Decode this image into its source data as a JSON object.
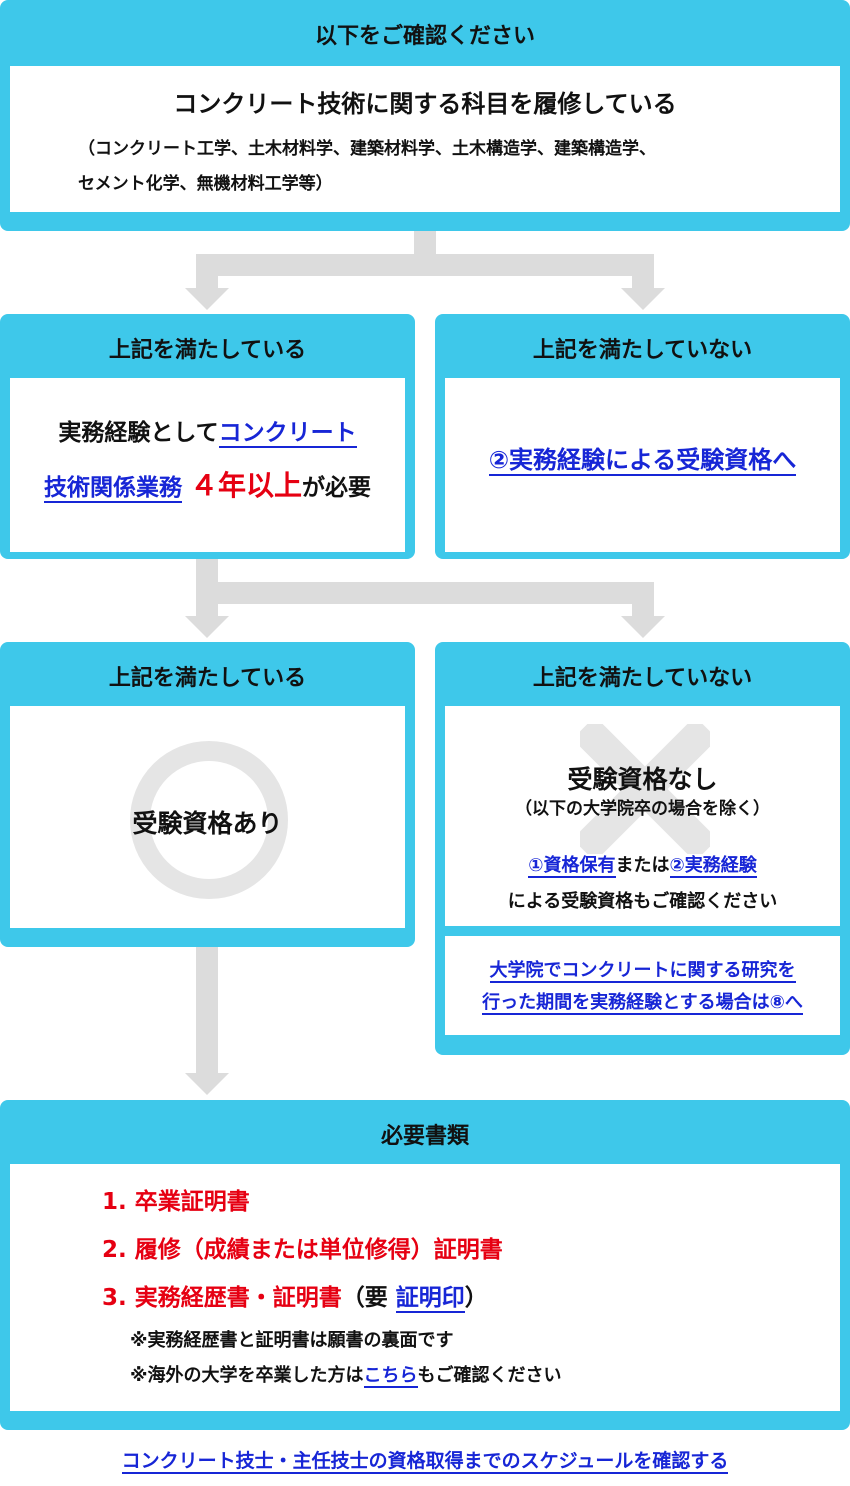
{
  "top": {
    "title": "以下をご確認ください",
    "heading": "コンクリート技術に関する科目を履修している",
    "subjects_line1": "（コンクリート工学、土木材料学、建築材料学、土木構造学、建築構造学、",
    "subjects_line2": "セメント化学、無機材料工学等）"
  },
  "row1": {
    "left": {
      "title": "上記を満たしている",
      "line1_prefix": "実務経験として",
      "line1_link": "コンクリート",
      "line2_link": "技術関係業務",
      "line2_highlight": "４年以上",
      "line2_suffix": "が必要"
    },
    "right": {
      "title": "上記を満たしていない",
      "link": "②実務経験による受験資格へ"
    }
  },
  "row2": {
    "left": {
      "title": "上記を満たしている",
      "result": "受験資格あり",
      "symbol": "circle-mark"
    },
    "right": {
      "title": "上記を満たしていない",
      "result": "受験資格なし",
      "note": "（以下の大学院卒の場合を除く）",
      "link1": "①資格保有",
      "mid": "または",
      "link2": "②実務経験",
      "after": "による受験資格もご確認ください",
      "grad_link_line1": "大学院でコンクリートに関する研究を",
      "grad_link_line2": "行った期間を実務経験とする場合は⑧へ",
      "symbol": "cross-mark"
    }
  },
  "docs": {
    "title": "必要書類",
    "item1": "1. 卒業証明書",
    "item2": "2. 履修（成績または単位修得）証明書",
    "item3": "3. 実務経歴書・証明書",
    "item3_paren_open": "（要 ",
    "item3_link": "証明印",
    "item3_paren_close": "）",
    "note1": "※実務経歴書と証明書は願書の裏面です",
    "note2_prefix": "※海外の大学を卒業した方は",
    "note2_link": "こちら",
    "note2_suffix": "もご確認ください"
  },
  "footer_link": "コンクリート技士・主任技士の資格取得までのスケジュールを確認する",
  "colors": {
    "panel": "#3ec8ea",
    "link": "#1726d6",
    "highlight": "#e60012",
    "connector": "#dcdcdc"
  }
}
